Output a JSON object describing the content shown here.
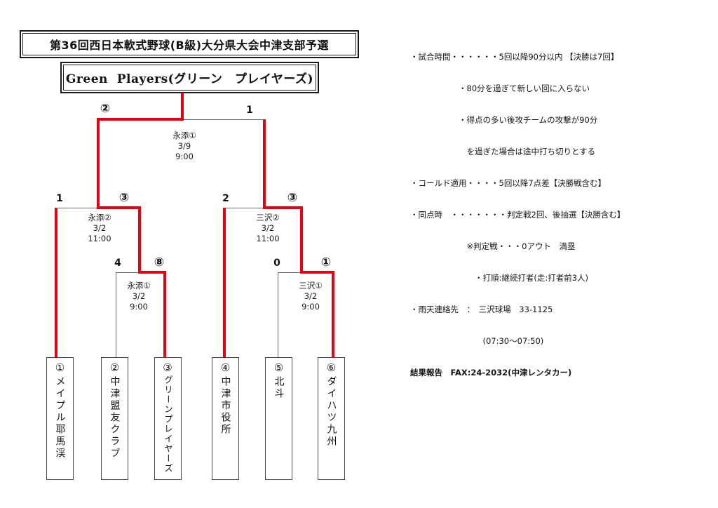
{
  "title": "第36回西日本軟式野球(B級)大分県大会中津支部予選",
  "champion": {
    "label": "Green  Players(グリーン　プレイヤーズ)"
  },
  "teams": [
    {
      "seed": "①",
      "name": "メイプル耶馬渓"
    },
    {
      "seed": "②",
      "name": "中津盟友クラブ"
    },
    {
      "seed": "③",
      "name": "グリーンプレイヤーズ"
    },
    {
      "seed": "④",
      "name": "中津市役所"
    },
    {
      "seed": "⑤",
      "name": "北斗"
    },
    {
      "seed": "⑥",
      "name": "ダイハツ九州"
    }
  ],
  "bracket": {
    "final": {
      "venue": "永添①",
      "date": "3/9",
      "time": "9:00",
      "left_score": "②",
      "right_score": "1"
    },
    "semi_left": {
      "venue": "永添②",
      "date": "3/2",
      "time": "11:00",
      "left_score": "1",
      "right_score": "③"
    },
    "semi_right": {
      "venue": "三沢②",
      "date": "3/2",
      "time": "11:00",
      "left_score": "2",
      "right_score": "③"
    },
    "round1_left": {
      "venue": "永添①",
      "date": "3/2",
      "time": "9:00",
      "left_score": "4",
      "right_score": "⑧"
    },
    "round1_right": {
      "venue": "三沢①",
      "date": "3/2",
      "time": "9:00",
      "left_score": "0",
      "right_score": "①"
    }
  },
  "rules": {
    "lines": [
      "・試合時間・・・・・・5回以降90分以内 【決勝は7回】",
      "　　　　　　・80分を過ぎて新しい回に入らない",
      "　　　　　　・得点の多い後攻チームの攻撃が90分",
      "　　　　　　　を過ぎた場合は途中打ち切りとする",
      "・コールド適用・・・・5回以降7点差【決勝戦含む】",
      "・同点時　・・・・・・・判定戦2回、後抽選【決勝含む】",
      "　　　　　　　※判定戦・・・0アウト　満塁",
      "　　　　　　　　・打順:継続打者(走:打者前3人)",
      "・雨天連絡先　：　三沢球場　33-1125",
      "　　　　　　　　　(07:30～07:50)",
      "結果報告　FAX:24-2032(中津レンタカー)"
    ]
  },
  "colors": {
    "winner_line": "#e60012",
    "bracket_line": "#6a6a6a"
  }
}
